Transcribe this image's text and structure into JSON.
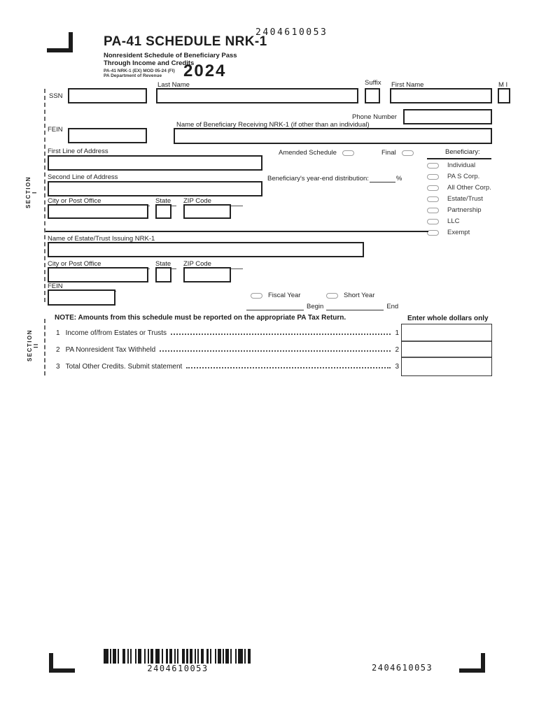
{
  "header": {
    "doc_id": "2404610053",
    "title": "PA-41 SCHEDULE NRK-1",
    "subtitle1": "Nonresident Schedule of Beneficiary Pass",
    "subtitle2": "Through Income and Credits",
    "form_code": "PA-41 NRK-1 (EX) MOD 05-24 (FI)",
    "agency": "PA Department of Revenue",
    "year": "2024"
  },
  "section1": {
    "label": "SECTION",
    "label_num": "I",
    "fields": {
      "ssn": "SSN",
      "last_name": "Last Name",
      "suffix": "Suffix",
      "first_name": "First Name",
      "mi": "M I",
      "phone": "Phone Number",
      "beneficiary_name": "Name of Beneficiary Receiving NRK-1 (if other than an individual)",
      "fein": "FEIN",
      "address1": "First Line of Address",
      "address2": "Second Line of Address",
      "city": "City or Post Office",
      "state": "State",
      "zip": "ZIP Code",
      "amended": "Amended Schedule",
      "final": "Final",
      "beneficiary_header": "Beneficiary:",
      "distribution": "Beneficiary's year-end distribution:",
      "percent": "%",
      "estate_name": "Name of Estate/Trust Issuing NRK-1",
      "city2": "City or Post Office",
      "state2": "State",
      "zip2": "ZIP Code",
      "fein2": "FEIN",
      "fiscal_year": "Fiscal Year",
      "short_year": "Short Year",
      "begin": "Begin",
      "end": "End"
    },
    "beneficiary_types": [
      "Individual",
      "PA S Corp.",
      "All Other Corp.",
      "Estate/Trust",
      "Partnership",
      "LLC",
      "Exempt"
    ]
  },
  "note": "NOTE: Amounts from this schedule must be reported on the appropriate PA Tax Return.",
  "whole_dollars": "Enter whole dollars only",
  "section2": {
    "label": "SECTION",
    "label_num": "II",
    "lines": [
      {
        "num": "1",
        "label": "Income of/from Estates or Trusts"
      },
      {
        "num": "2",
        "label": "PA Nonresident Tax Withheld"
      },
      {
        "num": "3",
        "label": "Total Other Credits.  Submit statement"
      }
    ]
  },
  "footer": {
    "barcode_value": "2404610053",
    "doc_id": "2404610053"
  }
}
